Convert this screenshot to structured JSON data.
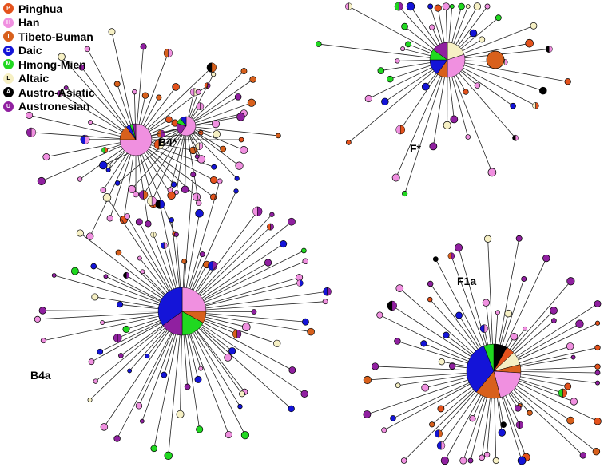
{
  "legend": [
    {
      "label": "Pinghua",
      "letter": "P",
      "color": "#e4521c"
    },
    {
      "label": "Han",
      "letter": "H",
      "color": "#f090e0"
    },
    {
      "label": "Tibeto-Buman",
      "letter": "T",
      "color": "#d8601c"
    },
    {
      "label": "Daic",
      "letter": "D",
      "color": "#1414d8"
    },
    {
      "label": "Hmong-Mien",
      "letter": "M",
      "color": "#20d820"
    },
    {
      "label": "Altaic",
      "letter": "L",
      "color": "#f6f0c4"
    },
    {
      "label": "Austro-Asiatic",
      "letter": "A",
      "color": "#000000"
    },
    {
      "label": "Austronesian",
      "letter": "U",
      "color": "#9020a0"
    }
  ],
  "networks": [
    {
      "label": "B4*",
      "hub": [
        [
          "H",
          0.75
        ],
        [
          "T",
          0.15
        ],
        [
          "D",
          0.04
        ],
        [
          "M",
          0.03
        ],
        [
          "U",
          0.03
        ]
      ]
    },
    {
      "label": "F*",
      "hub": [
        [
          "L",
          0.2
        ],
        [
          "H",
          0.3
        ],
        [
          "T",
          0.1
        ],
        [
          "D",
          0.15
        ],
        [
          "M",
          0.1
        ],
        [
          "U",
          0.15
        ]
      ]
    },
    {
      "label": "B4a",
      "hub": [
        [
          "H",
          0.25
        ],
        [
          "T",
          0.08
        ],
        [
          "M",
          0.17
        ],
        [
          "U",
          0.15
        ],
        [
          "D",
          0.35
        ]
      ]
    },
    {
      "label": "F1a",
      "hub": [
        [
          "A",
          0.08
        ],
        [
          "P",
          0.05
        ],
        [
          "L",
          0.08
        ],
        [
          "T",
          0.05
        ],
        [
          "H",
          0.2
        ],
        [
          "T",
          0.15
        ],
        [
          "D",
          0.33
        ],
        [
          "M",
          0.06
        ]
      ]
    }
  ]
}
